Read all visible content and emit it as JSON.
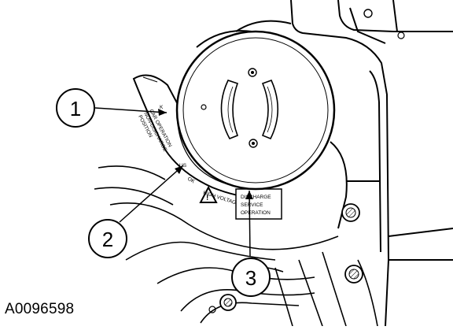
{
  "figure_id": "A0096598",
  "callouts": [
    {
      "number": "1"
    },
    {
      "number": "2"
    },
    {
      "number": "3"
    }
  ],
  "label_plate": {
    "lines": [
      "CAR OPERATION",
      "NON-DISCHARGE",
      "POSITION"
    ],
    "small_marks": [
      "K",
      "US",
      "OK"
    ],
    "bottom_text": "HIGH VOLTAGE DISCONNECT"
  },
  "warning_label": {
    "lines": [
      "DISCHARGE",
      "SERVICE",
      "OPERATION"
    ]
  }
}
